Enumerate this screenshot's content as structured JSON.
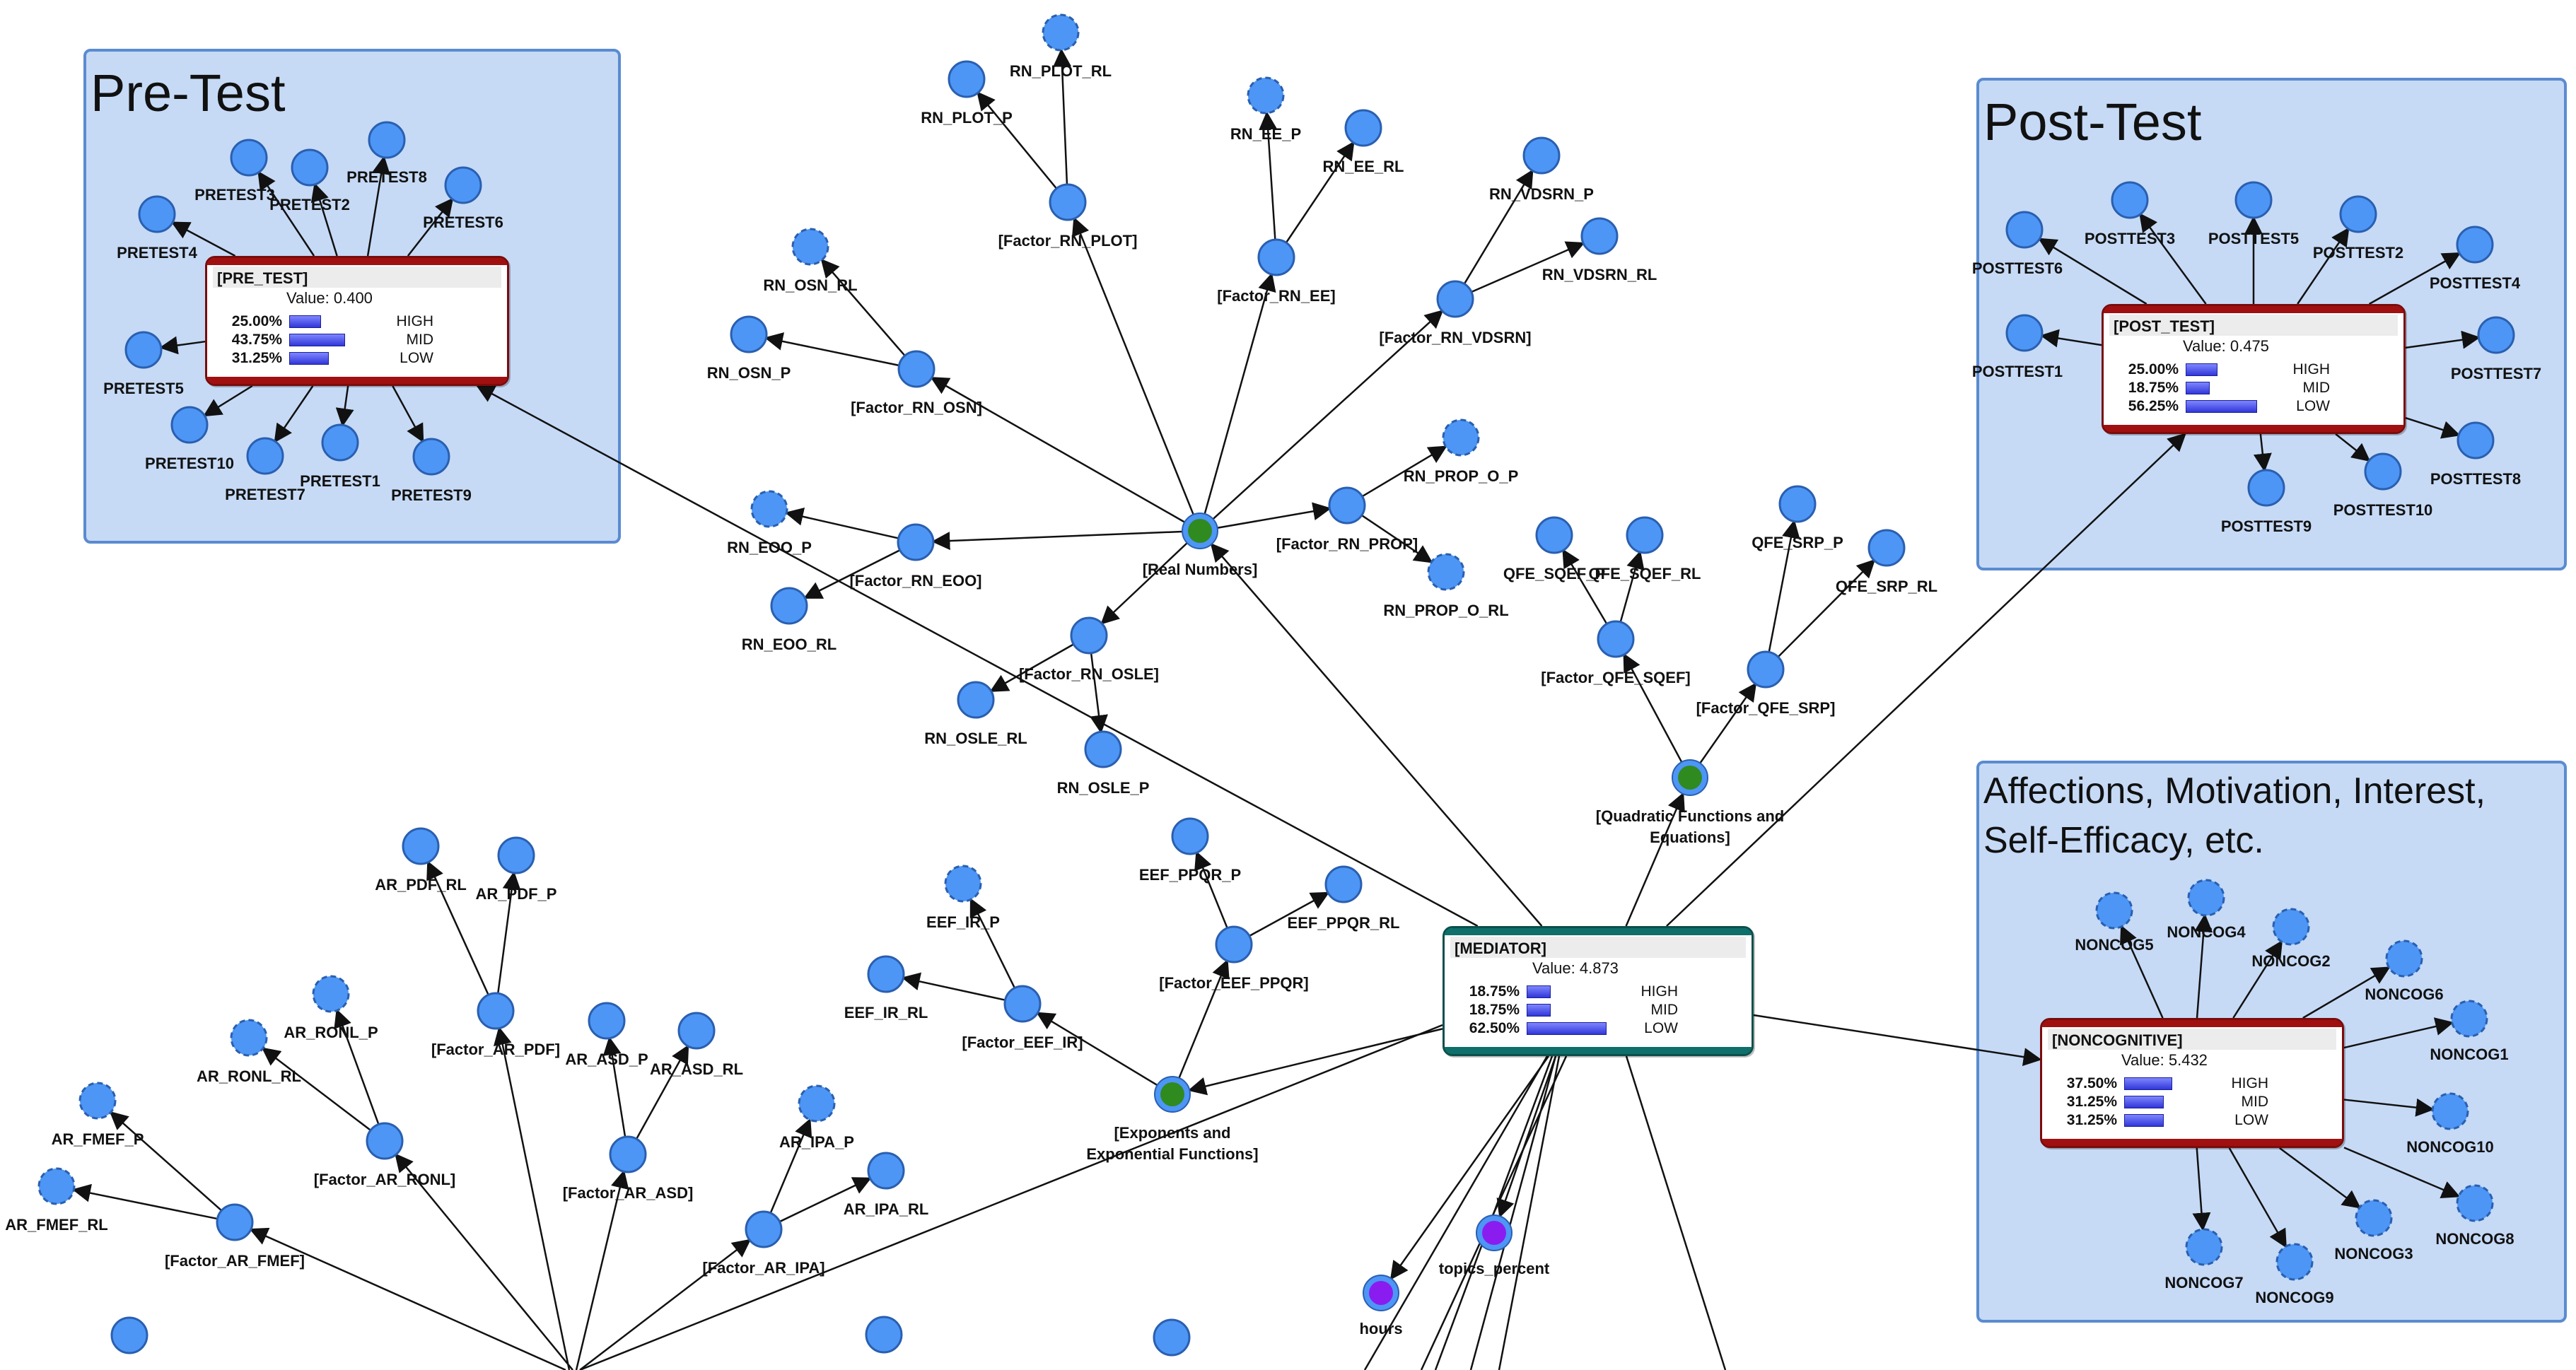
{
  "groups": {
    "pretest": {
      "title": "Pre-Test"
    },
    "posttest": {
      "title": "Post-Test"
    },
    "noncog": {
      "title_line1": "Affections, Motivation, Interest,",
      "title_line2": "Self-Efficacy, etc."
    }
  },
  "dist_nodes": {
    "pre_test": {
      "name": "[PRE_TEST]",
      "value": "Value: 0.400",
      "rows": [
        {
          "pct": "25.00%",
          "state": "HIGH",
          "fraction": 0.25
        },
        {
          "pct": "43.75%",
          "state": "MID",
          "fraction": 0.4375
        },
        {
          "pct": "31.25%",
          "state": "LOW",
          "fraction": 0.3125
        }
      ]
    },
    "post_test": {
      "name": "[POST_TEST]",
      "value": "Value: 0.475",
      "rows": [
        {
          "pct": "25.00%",
          "state": "HIGH",
          "fraction": 0.25
        },
        {
          "pct": "18.75%",
          "state": "MID",
          "fraction": 0.1875
        },
        {
          "pct": "56.25%",
          "state": "LOW",
          "fraction": 0.5625
        }
      ]
    },
    "mediator": {
      "name": "[MEDIATOR]",
      "value": "Value: 4.873",
      "rows": [
        {
          "pct": "18.75%",
          "state": "HIGH",
          "fraction": 0.1875
        },
        {
          "pct": "18.75%",
          "state": "MID",
          "fraction": 0.1875
        },
        {
          "pct": "62.50%",
          "state": "LOW",
          "fraction": 0.625
        }
      ]
    },
    "noncognitive": {
      "name": "[NONCOGNITIVE]",
      "value": "Value: 5.432",
      "rows": [
        {
          "pct": "37.50%",
          "state": "HIGH",
          "fraction": 0.375
        },
        {
          "pct": "31.25%",
          "state": "MID",
          "fraction": 0.3125
        },
        {
          "pct": "31.25%",
          "state": "LOW",
          "fraction": 0.3125
        }
      ]
    }
  },
  "colors": {
    "node_fill": "#4d96f5",
    "node_stroke": "#2a5fb0",
    "concept_fill": "#2f8a1f",
    "concept_ring": "#4d96f5",
    "covariate_fill": "#8a1cf0",
    "edge": "#111111",
    "dist_top_red": "#a01010",
    "dist_top_teal": "#0f6f6a"
  },
  "nodes": [
    {
      "id": "pretest3",
      "label": "PRETEST3",
      "style": "solid"
    },
    {
      "id": "pretest2",
      "label": "PRETEST2",
      "style": "solid"
    },
    {
      "id": "pretest8",
      "label": "PRETEST8",
      "style": "solid"
    },
    {
      "id": "pretest6",
      "label": "PRETEST6",
      "style": "solid"
    },
    {
      "id": "pretest4",
      "label": "PRETEST4",
      "style": "solid"
    },
    {
      "id": "pretest5",
      "label": "PRETEST5",
      "style": "solid"
    },
    {
      "id": "pretest10",
      "label": "PRETEST10",
      "style": "solid"
    },
    {
      "id": "pretest7",
      "label": "PRETEST7",
      "style": "solid"
    },
    {
      "id": "pretest1",
      "label": "PRETEST1",
      "style": "solid"
    },
    {
      "id": "pretest9",
      "label": "PRETEST9",
      "style": "solid"
    },
    {
      "id": "posttest6",
      "label": "POSTTEST6",
      "style": "solid"
    },
    {
      "id": "posttest3",
      "label": "POSTTEST3",
      "style": "solid"
    },
    {
      "id": "posttest5",
      "label": "POSTTEST5",
      "style": "solid"
    },
    {
      "id": "posttest2",
      "label": "POSTTEST2",
      "style": "solid"
    },
    {
      "id": "posttest4",
      "label": "POSTTEST4",
      "style": "solid"
    },
    {
      "id": "posttest1",
      "label": "POSTTEST1",
      "style": "solid"
    },
    {
      "id": "posttest7",
      "label": "POSTTEST7",
      "style": "solid"
    },
    {
      "id": "posttest9",
      "label": "POSTTEST9",
      "style": "solid"
    },
    {
      "id": "posttest10",
      "label": "POSTTEST10",
      "style": "solid"
    },
    {
      "id": "posttest8",
      "label": "POSTTEST8",
      "style": "solid"
    },
    {
      "id": "noncog5",
      "label": "NONCOG5",
      "style": "dashed"
    },
    {
      "id": "noncog4",
      "label": "NONCOG4",
      "style": "dashed"
    },
    {
      "id": "noncog2",
      "label": "NONCOG2",
      "style": "dashed"
    },
    {
      "id": "noncog6",
      "label": "NONCOG6",
      "style": "dashed"
    },
    {
      "id": "noncog1",
      "label": "NONCOG1",
      "style": "dashed"
    },
    {
      "id": "noncog10",
      "label": "NONCOG10",
      "style": "dashed"
    },
    {
      "id": "noncog8",
      "label": "NONCOG8",
      "style": "dashed"
    },
    {
      "id": "noncog3",
      "label": "NONCOG3",
      "style": "dashed"
    },
    {
      "id": "noncog9",
      "label": "NONCOG9",
      "style": "dashed"
    },
    {
      "id": "noncog7",
      "label": "NONCOG7",
      "style": "dashed"
    },
    {
      "id": "real_numbers",
      "label": "[Real Numbers]",
      "style": "concept"
    },
    {
      "id": "f_rn_plot",
      "label": "[Factor_RN_PLOT]",
      "style": "solid"
    },
    {
      "id": "rn_plot_rl",
      "label": "RN_PLOT_RL",
      "style": "dashed"
    },
    {
      "id": "rn_plot_p",
      "label": "RN_PLOT_P",
      "style": "solid"
    },
    {
      "id": "f_rn_ee",
      "label": "[Factor_RN_EE]",
      "style": "solid"
    },
    {
      "id": "rn_ee_p",
      "label": "RN_EE_P",
      "style": "dashed"
    },
    {
      "id": "rn_ee_rl",
      "label": "RN_EE_RL",
      "style": "solid"
    },
    {
      "id": "f_rn_vdsrn",
      "label": "[Factor_RN_VDSRN]",
      "style": "solid"
    },
    {
      "id": "rn_vdsrn_p",
      "label": "RN_VDSRN_P",
      "style": "solid"
    },
    {
      "id": "rn_vdsrn_rl",
      "label": "RN_VDSRN_RL",
      "style": "solid"
    },
    {
      "id": "f_rn_osn",
      "label": "[Factor_RN_OSN]",
      "style": "solid"
    },
    {
      "id": "rn_osn_rl",
      "label": "RN_OSN_RL",
      "style": "dashed"
    },
    {
      "id": "rn_osn_p",
      "label": "RN_OSN_P",
      "style": "solid"
    },
    {
      "id": "f_rn_eoo",
      "label": "[Factor_RN_EOO]",
      "style": "solid"
    },
    {
      "id": "rn_eoo_p",
      "label": "RN_EOO_P",
      "style": "dashed"
    },
    {
      "id": "rn_eoo_rl",
      "label": "RN_EOO_RL",
      "style": "solid"
    },
    {
      "id": "f_rn_prop",
      "label": "[Factor_RN_PROP]",
      "style": "solid"
    },
    {
      "id": "rn_prop_o_p",
      "label": "RN_PROP_O_P",
      "style": "dashed"
    },
    {
      "id": "rn_prop_o_rl",
      "label": "RN_PROP_O_RL",
      "style": "dashed"
    },
    {
      "id": "f_rn_osle",
      "label": "[Factor_RN_OSLE]",
      "style": "solid"
    },
    {
      "id": "rn_osle_rl",
      "label": "RN_OSLE_RL",
      "style": "solid"
    },
    {
      "id": "rn_osle_p",
      "label": "RN_OSLE_P",
      "style": "solid"
    },
    {
      "id": "quadratic",
      "label_line1": "[Quadratic Functions and",
      "label_line2": "Equations]",
      "style": "concept"
    },
    {
      "id": "f_qfe_sqef",
      "label": "[Factor_QFE_SQEF]",
      "style": "solid"
    },
    {
      "id": "qfe_sqef_p",
      "label": "QFE_SQEF_P",
      "style": "solid"
    },
    {
      "id": "qfe_sqef_rl",
      "label": "QFE_SQEF_RL",
      "style": "solid"
    },
    {
      "id": "f_qfe_srp",
      "label": "[Factor_QFE_SRP]",
      "style": "solid"
    },
    {
      "id": "qfe_srp_p",
      "label": "QFE_SRP_P",
      "style": "solid"
    },
    {
      "id": "qfe_srp_rl",
      "label": "QFE_SRP_RL",
      "style": "solid"
    },
    {
      "id": "exponents",
      "label_line1": "[Exponents and",
      "label_line2": "Exponential Functions]",
      "style": "concept"
    },
    {
      "id": "f_eef_ir",
      "label": "[Factor_EEF_IR]",
      "style": "solid"
    },
    {
      "id": "eef_ir_p",
      "label": "EEF_IR_P",
      "style": "dashed"
    },
    {
      "id": "eef_ir_rl",
      "label": "EEF_IR_RL",
      "style": "solid"
    },
    {
      "id": "f_eef_ppqr",
      "label": "[Factor_EEF_PPQR]",
      "style": "solid"
    },
    {
      "id": "eef_ppqr_p",
      "label": "EEF_PPQR_P",
      "style": "solid"
    },
    {
      "id": "eef_ppqr_rl",
      "label": "EEF_PPQR_RL",
      "style": "solid"
    },
    {
      "id": "f_ar_pdf",
      "label": "[Factor_AR_PDF]",
      "style": "solid"
    },
    {
      "id": "ar_pdf_rl",
      "label": "AR_PDF_RL",
      "style": "solid"
    },
    {
      "id": "ar_pdf_p",
      "label": "AR_PDF_P",
      "style": "solid"
    },
    {
      "id": "f_ar_ronl",
      "label": "[Factor_AR_RONL]",
      "style": "solid"
    },
    {
      "id": "ar_ronl_p",
      "label": "AR_RONL_P",
      "style": "dashed"
    },
    {
      "id": "ar_ronl_rl",
      "label": "AR_RONL_RL",
      "style": "dashed"
    },
    {
      "id": "f_ar_asd",
      "label": "[Factor_AR_ASD]",
      "style": "solid"
    },
    {
      "id": "ar_asd_p",
      "label": "AR_ASD_P",
      "style": "solid"
    },
    {
      "id": "ar_asd_rl",
      "label": "AR_ASD_RL",
      "style": "solid"
    },
    {
      "id": "f_ar_fmef",
      "label": "[Factor_AR_FMEF]",
      "style": "solid"
    },
    {
      "id": "ar_fmef_p",
      "label": "AR_FMEF_P",
      "style": "dashed"
    },
    {
      "id": "ar_fmef_rl",
      "label": "AR_FMEF_RL",
      "style": "dashed"
    },
    {
      "id": "f_ar_ipa",
      "label": "[Factor_AR_IPA]",
      "style": "solid"
    },
    {
      "id": "ar_ipa_p",
      "label": "AR_IPA_P",
      "style": "dashed"
    },
    {
      "id": "ar_ipa_rl",
      "label": "AR_IPA_RL",
      "style": "solid"
    },
    {
      "id": "hours",
      "label": "hours",
      "style": "covariate"
    },
    {
      "id": "topics_percent",
      "label": "topics_percent",
      "style": "covariate"
    },
    {
      "id": "partial1",
      "label": "",
      "style": "solid"
    },
    {
      "id": "partial2",
      "label": "",
      "style": "solid"
    },
    {
      "id": "partial3",
      "label": "",
      "style": "solid"
    }
  ]
}
